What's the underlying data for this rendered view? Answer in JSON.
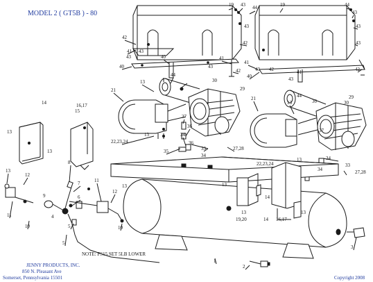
{
  "title": "MODEL 2 ( GT5B ) - 80",
  "note": "NOTE: PS15 SET 5LB LOWER",
  "footer": {
    "company": "JENNY PRODUCTS, INC.",
    "address": "850 N. Pleasant Ave",
    "city": "Somerset, Pennsylvania 15501",
    "copyright": "Copyright 2008"
  },
  "callouts": [
    "1",
    "2",
    "3",
    "4",
    "5",
    "6",
    "7",
    "8",
    "9",
    "10",
    "11",
    "12",
    "13",
    "14",
    "15",
    "16,17",
    "19",
    "19,20",
    "21",
    "22,23,24",
    "25",
    "26",
    "27,28",
    "29",
    "30",
    "31",
    "32",
    "33",
    "34",
    "35",
    "36",
    "37",
    "38",
    "39",
    "40",
    "41",
    "42",
    "43",
    "44"
  ]
}
